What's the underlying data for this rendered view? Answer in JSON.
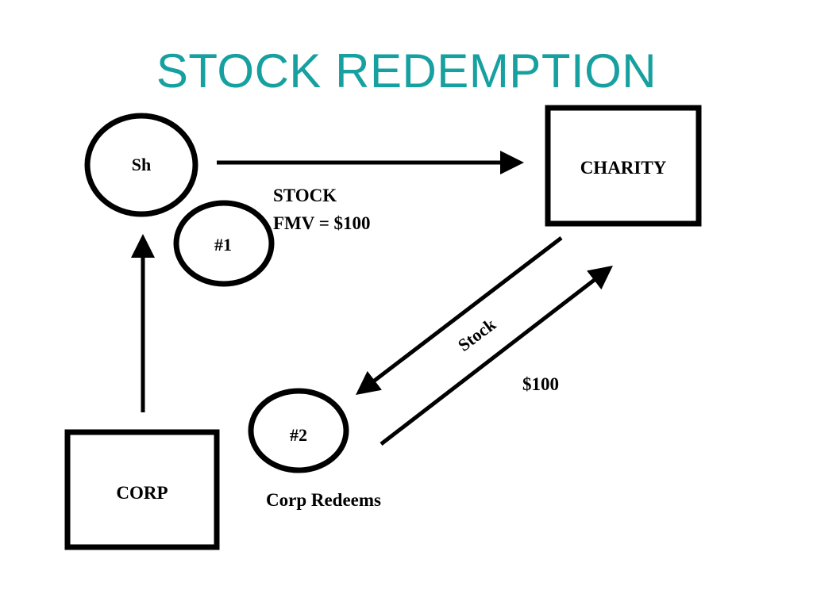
{
  "title": "STOCK REDEMPTION",
  "colors": {
    "title": "#16a0a0",
    "ink": "#000000",
    "background": "#ffffff"
  },
  "nodes": {
    "shareholder": "Sh",
    "charity": "CHARITY",
    "corp": "CORP",
    "step1": "#1",
    "step2": "#2"
  },
  "labels": {
    "stock_line1": "STOCK",
    "stock_line2": "FMV = $100",
    "stock_diag": "Stock",
    "amount": "$100",
    "corp_redeems": "Corp Redeems"
  }
}
